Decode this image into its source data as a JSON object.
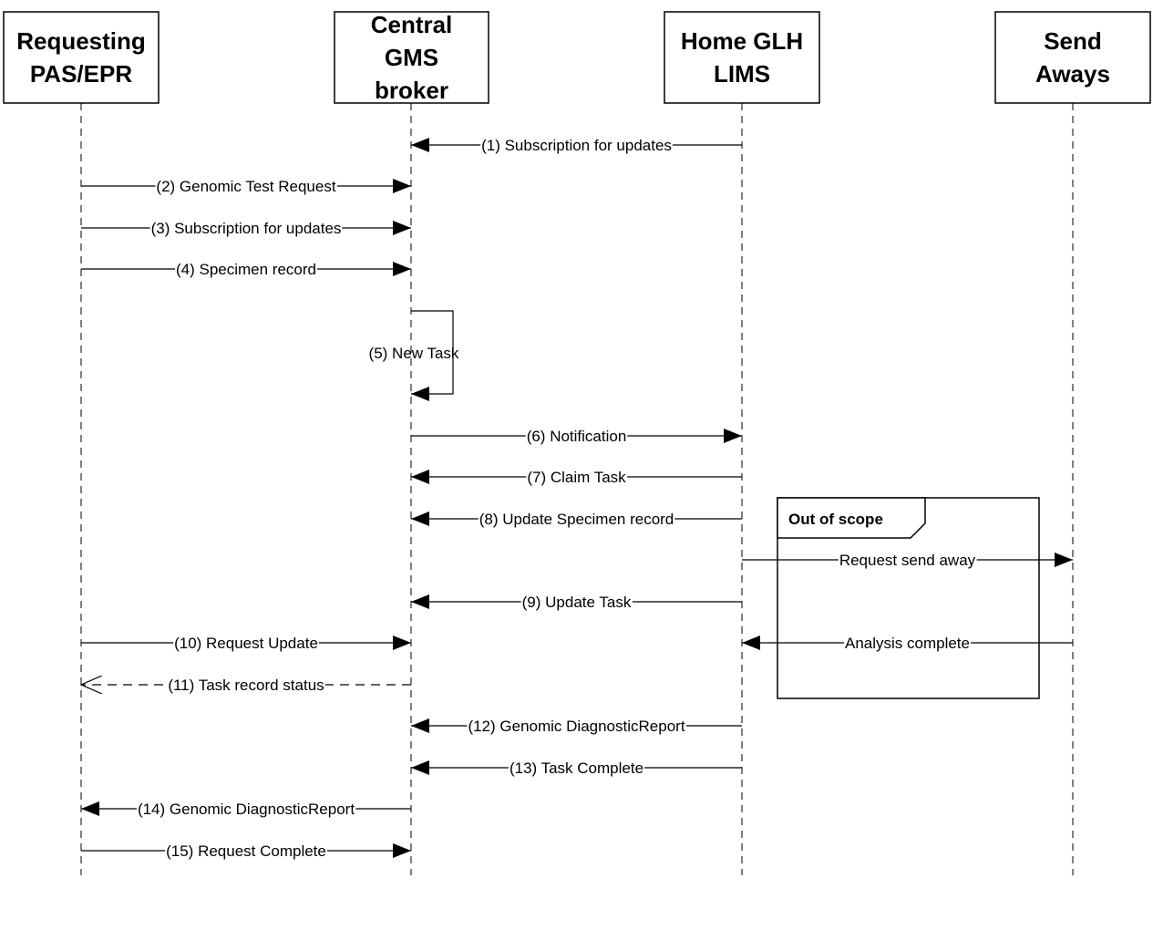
{
  "actors": [
    {
      "id": "pas",
      "lines": [
        "Requesting",
        "PAS/EPR"
      ]
    },
    {
      "id": "broker",
      "lines": [
        "Central",
        "GMS",
        "broker"
      ]
    },
    {
      "id": "lims",
      "lines": [
        "Home GLH",
        "LIMS"
      ]
    },
    {
      "id": "sendaways",
      "lines": [
        "Send",
        "Aways"
      ]
    }
  ],
  "messages": [
    {
      "from": "lims",
      "to": "broker",
      "label": "(1) Subscription for updates",
      "kind": "sync"
    },
    {
      "from": "pas",
      "to": "broker",
      "label": "(2) Genomic Test Request",
      "kind": "sync"
    },
    {
      "from": "pas",
      "to": "broker",
      "label": "(3) Subscription for updates",
      "kind": "sync"
    },
    {
      "from": "pas",
      "to": "broker",
      "label": "(4) Specimen record",
      "kind": "sync"
    },
    {
      "from": "broker",
      "to": "broker",
      "label": "(5) New Task",
      "kind": "self"
    },
    {
      "from": "broker",
      "to": "lims",
      "label": "(6) Notification",
      "kind": "sync"
    },
    {
      "from": "lims",
      "to": "broker",
      "label": "(7) Claim Task",
      "kind": "sync"
    },
    {
      "from": "lims",
      "to": "broker",
      "label": "(8) Update Specimen record",
      "kind": "sync"
    },
    {
      "from": "lims",
      "to": "sendaways",
      "label": "Request send away",
      "kind": "sync"
    },
    {
      "from": "lims",
      "to": "broker",
      "label": "(9) Update Task",
      "kind": "sync"
    },
    {
      "from": "pas",
      "to": "broker",
      "label": "(10) Request Update",
      "kind": "sync"
    },
    {
      "from": "sendaways",
      "to": "lims",
      "label": "Analysis complete",
      "kind": "sync"
    },
    {
      "from": "broker",
      "to": "pas",
      "label": "(11) Task record status",
      "kind": "reply"
    },
    {
      "from": "lims",
      "to": "broker",
      "label": "(12) Genomic DiagnosticReport",
      "kind": "sync"
    },
    {
      "from": "lims",
      "to": "broker",
      "label": "(13) Task Complete",
      "kind": "sync"
    },
    {
      "from": "broker",
      "to": "pas",
      "label": "(14) Genomic DiagnosticReport",
      "kind": "sync"
    },
    {
      "from": "pas",
      "to": "broker",
      "label": "(15) Request Complete",
      "kind": "sync"
    }
  ],
  "frame": {
    "label": "Out of scope"
  }
}
